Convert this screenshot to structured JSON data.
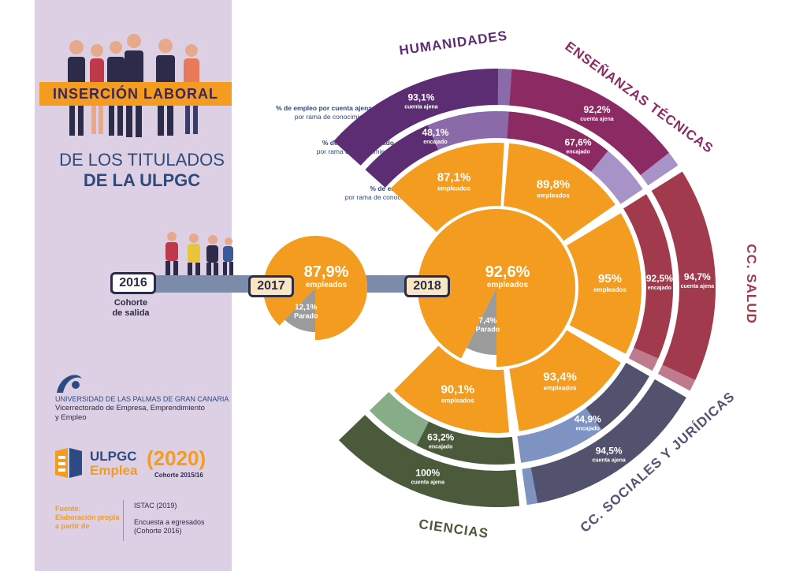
{
  "title": {
    "banner": "INSERCIÓN LABORAL",
    "line1": "DE LOS TITULADOS",
    "line2": "DE LA ULPGC"
  },
  "timeline": {
    "year_2016": "2016",
    "cohort_label_1": "Cohorte",
    "cohort_label_2": "de salida",
    "year_2017": "2017",
    "year_2018": "2018"
  },
  "legend": {
    "cuenta_ajena_1": "% de empleo por cuenta ajena",
    "cuenta_ajena_2": "por rama de conocimiento",
    "encajado_1": "% de empleo encajado",
    "encajado_2": "por rama de conocimiento",
    "empleados_1": "% de empleados",
    "empleados_2": "por rama de conocimiento"
  },
  "institution": {
    "name": "UNIVERSIDAD DE LAS PALMAS DE GRAN CANARIA",
    "dept_1": "Vicerrectorado de Empresa, Emprendimiento",
    "dept_2": "y Empleo",
    "brand_1": "ULPGC",
    "brand_2": "Emplea",
    "year": "(2020)",
    "cohort": "Cohorte 2015/16"
  },
  "footer": {
    "fuente": "Fuente:",
    "elab_1": "Elaboración propia",
    "elab_2": "a partir de",
    "src_1": "ISTAC (2019)",
    "src_2": "Encuesta a  egresados",
    "src_3": "(Cohorte 2016)"
  },
  "colors": {
    "orange": "#f39c1f",
    "gray": "#9b9b9b",
    "humanidades": "#5c2d73",
    "ensenanzas": "#8c2a63",
    "salud": "#a23a4e",
    "sociales": "#52526e",
    "ciencias": "#4a5a3a"
  },
  "chart_data": [
    {
      "type": "pie",
      "title": "2017",
      "slices": [
        {
          "label": "empleados",
          "value": 87.9,
          "text": "87,9%"
        },
        {
          "label": "Parado",
          "value": 12.1,
          "text": "12,1%"
        }
      ]
    },
    {
      "type": "pie",
      "title": "2018",
      "slices": [
        {
          "label": "empleados",
          "value": 92.6,
          "text": "92,6%"
        },
        {
          "label": "Parado",
          "value": 7.4,
          "text": "7,4%"
        }
      ]
    },
    {
      "type": "bar",
      "categories": [
        "HUMANIDADES",
        "ENSEÑANZAS TÉCNICAS",
        "CC. SALUD",
        "CC. SOCIALES Y JURÍDICAS",
        "CIENCIAS"
      ],
      "series": [
        {
          "name": "empleados",
          "values": [
            87.1,
            89.8,
            95,
            93.4,
            90.1
          ],
          "text": [
            "87,1%",
            "89,8%",
            "95%",
            "93,4%",
            "90,1%"
          ]
        },
        {
          "name": "encajado",
          "values": [
            48.1,
            67.6,
            92.5,
            44.9,
            63.2
          ],
          "text": [
            "48,1%",
            "67,6%",
            "92,5%",
            "44,9%",
            "63,2%"
          ]
        },
        {
          "name": "cuenta ajena",
          "values": [
            93.1,
            92.2,
            94.7,
            94.5,
            100
          ],
          "text": [
            "93,1%",
            "92,2%",
            "94,7%",
            "94,5%",
            "100%"
          ]
        }
      ]
    }
  ]
}
